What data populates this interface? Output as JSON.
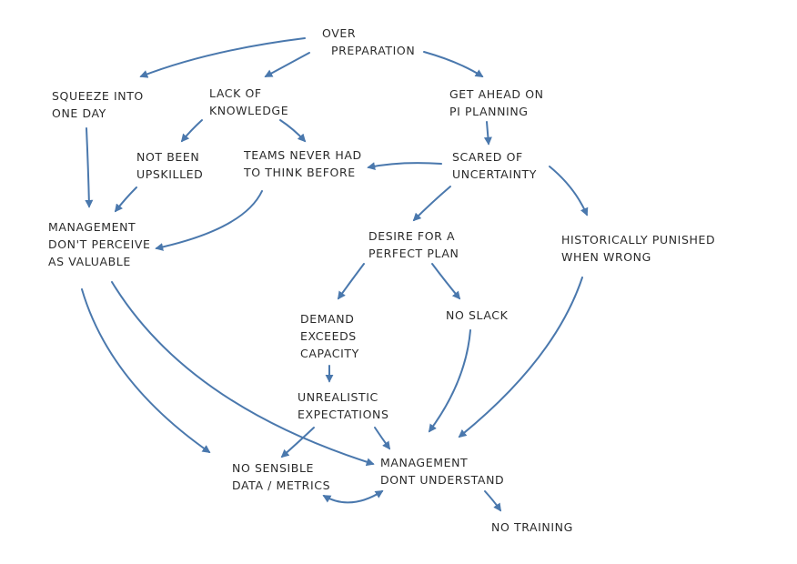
{
  "nodes": {
    "over_preparation": [
      "OVER",
      "PREPARATION"
    ],
    "squeeze_into_one_day": [
      "SQUEEZE INTO",
      "ONE DAY"
    ],
    "lack_of_knowledge": [
      "LACK OF",
      "KNOWLEDGE"
    ],
    "get_ahead_on_pi_planning": [
      "GET AHEAD ON",
      "PI PLANNING"
    ],
    "not_been_upskilled": [
      "NOT BEEN",
      "UPSKILLED"
    ],
    "teams_never_had": [
      "TEAMS NEVER HAD",
      "TO THINK BEFORE"
    ],
    "scared_of_uncertainty": [
      "SCARED OF",
      "UNCERTAINTY"
    ],
    "management_dont_perceive": [
      "MANAGEMENT",
      "DON'T PERCEIVE",
      "AS VALUABLE"
    ],
    "desire_for_perfect_plan": [
      "DESIRE FOR A",
      "PERFECT PLAN"
    ],
    "historically_punished": [
      "HISTORICALLY PUNISHED",
      "WHEN WRONG"
    ],
    "demand_exceeds_capacity": [
      "DEMAND",
      "EXCEEDS",
      "CAPACITY"
    ],
    "no_slack": [
      "NO SLACK"
    ],
    "unrealistic_expectations": [
      "UNREALISTIC",
      "EXPECTATIONS"
    ],
    "no_sensible_data": [
      "NO SENSIBLE",
      "DATA / METRICS"
    ],
    "management_dont_understand": [
      "MANAGEMENT",
      "DONT UNDERSTAND"
    ],
    "no_training": [
      "NO TRAINING"
    ]
  },
  "colors": {
    "arrow": "#4a78ad",
    "text": "#2b2b2b",
    "background": "#ffffff"
  }
}
